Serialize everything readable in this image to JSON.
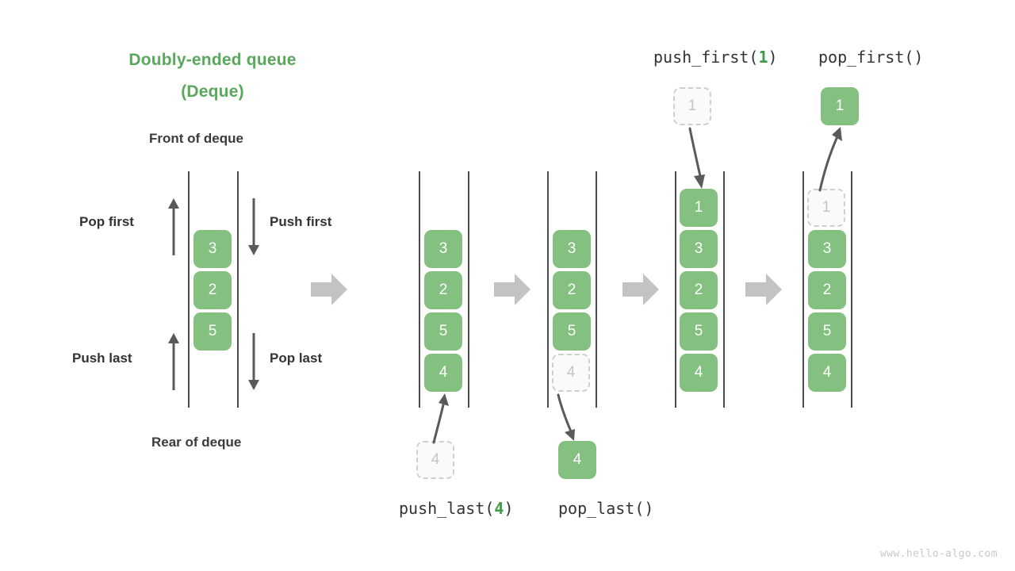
{
  "title": {
    "line1": "Doubly-ended queue",
    "line2": "(Deque)"
  },
  "labels": {
    "front_of_deque": "Front of deque",
    "rear_of_deque": "Rear of deque",
    "pop_first": "Pop first",
    "push_first": "Push first",
    "push_last": "Push last",
    "pop_last": "Pop last"
  },
  "operations": {
    "push_first": {
      "name": "push_first(",
      "arg": "1",
      "close": ")"
    },
    "pop_first": {
      "name": "pop_first()"
    },
    "push_last": {
      "name": "push_last(",
      "arg": "4",
      "close": ")"
    },
    "pop_last": {
      "name": "pop_last()"
    }
  },
  "colors": {
    "accent_green": "#84c080",
    "title_green": "#59a85b",
    "arg_green": "#3f9b45",
    "rail_gray": "#4b4b4b",
    "ghost_border": "#cfcfcf",
    "ghost_fill": "#fafafa",
    "ghost_text": "#c5c5c5",
    "block_arrow_gray": "#c3c3c3",
    "thin_arrow_gray": "#5a5a5a",
    "text_dark": "#333333",
    "watermark_gray": "#c9c9c9"
  },
  "icons": {
    "flow_arrow": "block-right-arrow-icon",
    "up_arrow": "thin-up-arrow-icon",
    "down_arrow": "thin-down-arrow-icon",
    "motion_in": "motion-arrow-down-icon",
    "motion_out": "motion-arrow-up-icon"
  },
  "columns": [
    {
      "id": "deque-initial",
      "caption": "",
      "items": [
        {
          "value": "3",
          "state": "solid"
        },
        {
          "value": "2",
          "state": "solid"
        },
        {
          "value": "5",
          "state": "solid"
        }
      ]
    },
    {
      "id": "deque-after-push-last",
      "caption": "push_last(4)",
      "items": [
        {
          "value": "3",
          "state": "solid"
        },
        {
          "value": "2",
          "state": "solid"
        },
        {
          "value": "5",
          "state": "solid"
        },
        {
          "value": "4",
          "state": "solid"
        }
      ],
      "floating": {
        "value": "4",
        "state": "ghost",
        "position": "below"
      }
    },
    {
      "id": "deque-after-pop-last",
      "caption": "pop_last()",
      "items": [
        {
          "value": "3",
          "state": "solid"
        },
        {
          "value": "2",
          "state": "solid"
        },
        {
          "value": "5",
          "state": "solid"
        },
        {
          "value": "4",
          "state": "ghost"
        }
      ],
      "floating": {
        "value": "4",
        "state": "solid",
        "position": "below"
      }
    },
    {
      "id": "deque-after-push-first",
      "caption": "push_first(1)",
      "items": [
        {
          "value": "1",
          "state": "solid"
        },
        {
          "value": "3",
          "state": "solid"
        },
        {
          "value": "2",
          "state": "solid"
        },
        {
          "value": "5",
          "state": "solid"
        },
        {
          "value": "4",
          "state": "solid"
        }
      ],
      "floating": {
        "value": "1",
        "state": "ghost",
        "position": "above"
      }
    },
    {
      "id": "deque-after-pop-first",
      "caption": "pop_first()",
      "items": [
        {
          "value": "1",
          "state": "ghost"
        },
        {
          "value": "3",
          "state": "solid"
        },
        {
          "value": "2",
          "state": "solid"
        },
        {
          "value": "5",
          "state": "solid"
        },
        {
          "value": "4",
          "state": "solid"
        }
      ],
      "floating": {
        "value": "1",
        "state": "solid",
        "position": "above"
      }
    }
  ],
  "watermark": "www.hello-algo.com"
}
